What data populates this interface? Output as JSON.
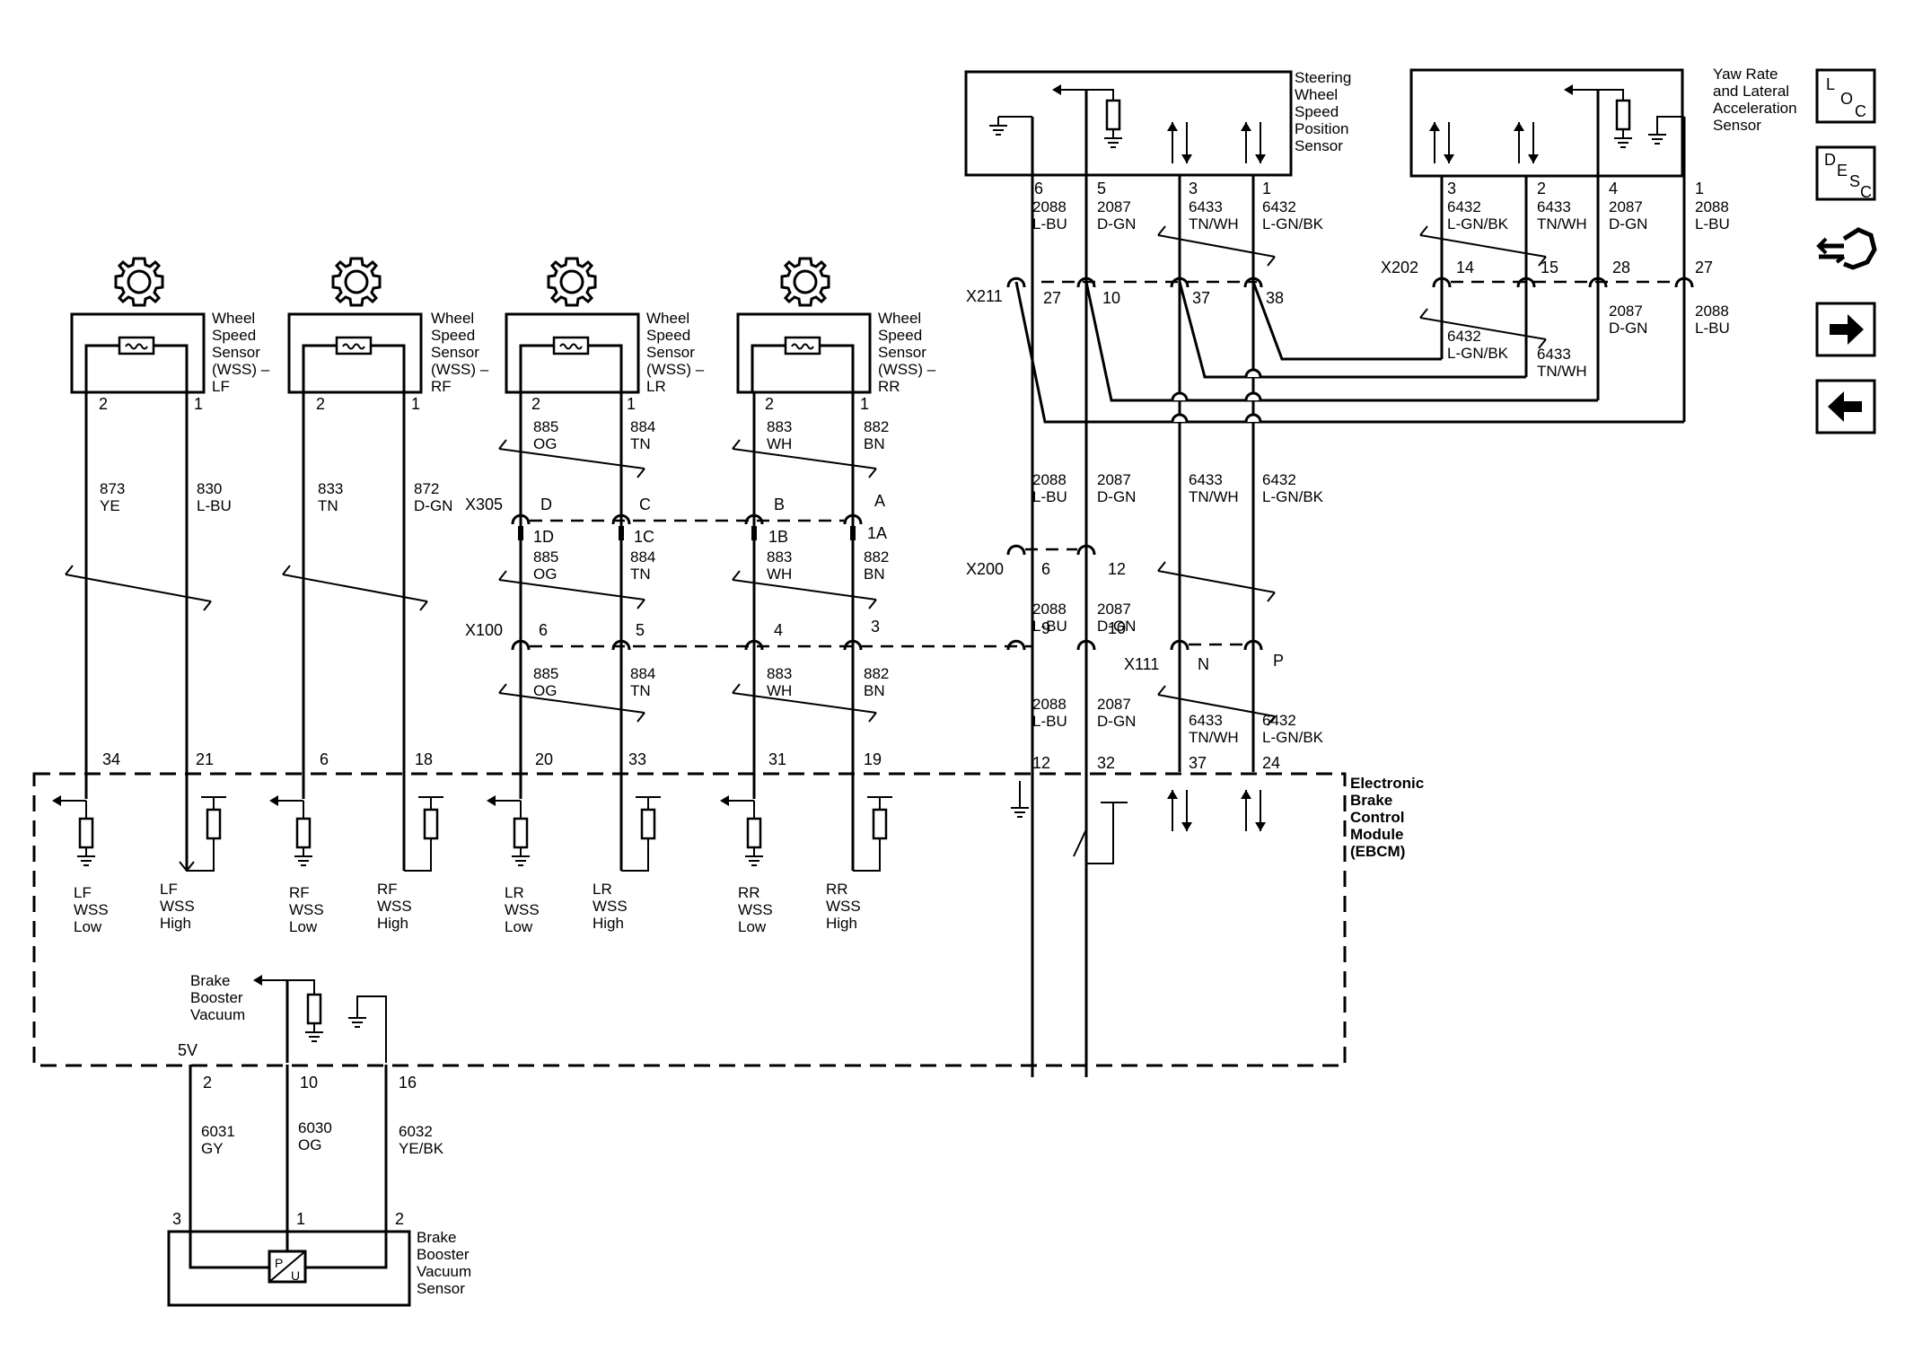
{
  "components": {
    "wss_lf": [
      "Wheel",
      "Speed",
      "Sensor",
      "(WSS) –",
      "LF"
    ],
    "wss_rf": [
      "Wheel",
      "Speed",
      "Sensor",
      "(WSS) –",
      "RF"
    ],
    "wss_lr": [
      "Wheel",
      "Speed",
      "Sensor",
      "(WSS) –",
      "LR"
    ],
    "wss_rr": [
      "Wheel",
      "Speed",
      "Sensor",
      "(WSS) –",
      "RR"
    ],
    "steering": [
      "Steering",
      "Wheel",
      "Speed",
      "Position",
      "Sensor"
    ],
    "yaw": [
      "Yaw Rate",
      "and Lateral",
      "Acceleration",
      "Sensor"
    ],
    "ebcm": [
      "Electronic",
      "Brake",
      "Control",
      "Module",
      "(EBCM)"
    ],
    "bbvs": [
      "Brake",
      "Booster",
      "Vacuum",
      "Sensor"
    ],
    "bbv_internal": [
      "Brake",
      "Booster",
      "Vacuum"
    ]
  },
  "connectors": {
    "x305": "X305",
    "x100": "X100",
    "x211": "X211",
    "x200": "X200",
    "x111": "X111",
    "x202": "X202"
  },
  "pins": {
    "lf": [
      "2",
      "1"
    ],
    "rf": [
      "2",
      "1"
    ],
    "lr": [
      "2",
      "1"
    ],
    "rr": [
      "2",
      "1"
    ],
    "x305_top": [
      "D",
      "C",
      "B",
      "A"
    ],
    "x305_bot": [
      "1D",
      "1C",
      "1B",
      "1A"
    ],
    "x100": [
      "6",
      "5",
      "4",
      "3"
    ],
    "steer": [
      "6",
      "5",
      "3",
      "1"
    ],
    "x211": [
      "27",
      "10",
      "37",
      "38"
    ],
    "yaw": [
      "3",
      "2",
      "4",
      "1"
    ],
    "x202": [
      "14",
      "15",
      "28",
      "27"
    ],
    "x200_top": [
      "6",
      "12"
    ],
    "x200_bot": [
      "9",
      "10"
    ],
    "x111": [
      "N",
      "P"
    ],
    "ebcm": [
      "34",
      "21",
      "6",
      "18",
      "20",
      "33",
      "31",
      "19",
      "12",
      "32",
      "37",
      "24"
    ],
    "ebcm_bbv": [
      "2",
      "10",
      "16"
    ],
    "bbvs": [
      "3",
      "1",
      "2"
    ],
    "five_v": "5V"
  },
  "wires": {
    "lf_low": [
      "873",
      "YE"
    ],
    "lf_high": [
      "830",
      "L-BU"
    ],
    "rf_low": [
      "833",
      "TN"
    ],
    "rf_high": [
      "872",
      "D-GN"
    ],
    "lr_a": [
      "885",
      "OG"
    ],
    "lr_b": [
      "884",
      "TN"
    ],
    "rr_a": [
      "883",
      "WH"
    ],
    "rr_b": [
      "882",
      "BN"
    ],
    "c2088": [
      "2088",
      "L-BU"
    ],
    "c2087": [
      "2087",
      "D-GN"
    ],
    "c6433": [
      "6433",
      "TN/WH"
    ],
    "c6432": [
      "6432",
      "L-GN/BK"
    ],
    "b6031": [
      "6031",
      "GY"
    ],
    "b6030": [
      "6030",
      "OG"
    ],
    "b6032": [
      "6032",
      "YE/BK"
    ]
  },
  "ebcm_labels": {
    "lf_low": [
      "LF",
      "WSS",
      "Low"
    ],
    "lf_high": [
      "LF",
      "WSS",
      "High"
    ],
    "rf_low": [
      "RF",
      "WSS",
      "Low"
    ],
    "rf_high": [
      "RF",
      "WSS",
      "High"
    ],
    "lr_low": [
      "LR",
      "WSS",
      "Low"
    ],
    "lr_high": [
      "LR",
      "WSS",
      "High"
    ],
    "rr_low": [
      "RR",
      "WSS",
      "Low"
    ],
    "rr_high": [
      "RR",
      "WSS",
      "High"
    ]
  },
  "nav": {
    "loc": [
      "L",
      "O",
      "C"
    ],
    "desc": [
      "D",
      "E",
      "S",
      "C"
    ],
    "icons": [
      "connector-icon",
      "next-arrow-icon",
      "previous-arrow-icon"
    ]
  }
}
